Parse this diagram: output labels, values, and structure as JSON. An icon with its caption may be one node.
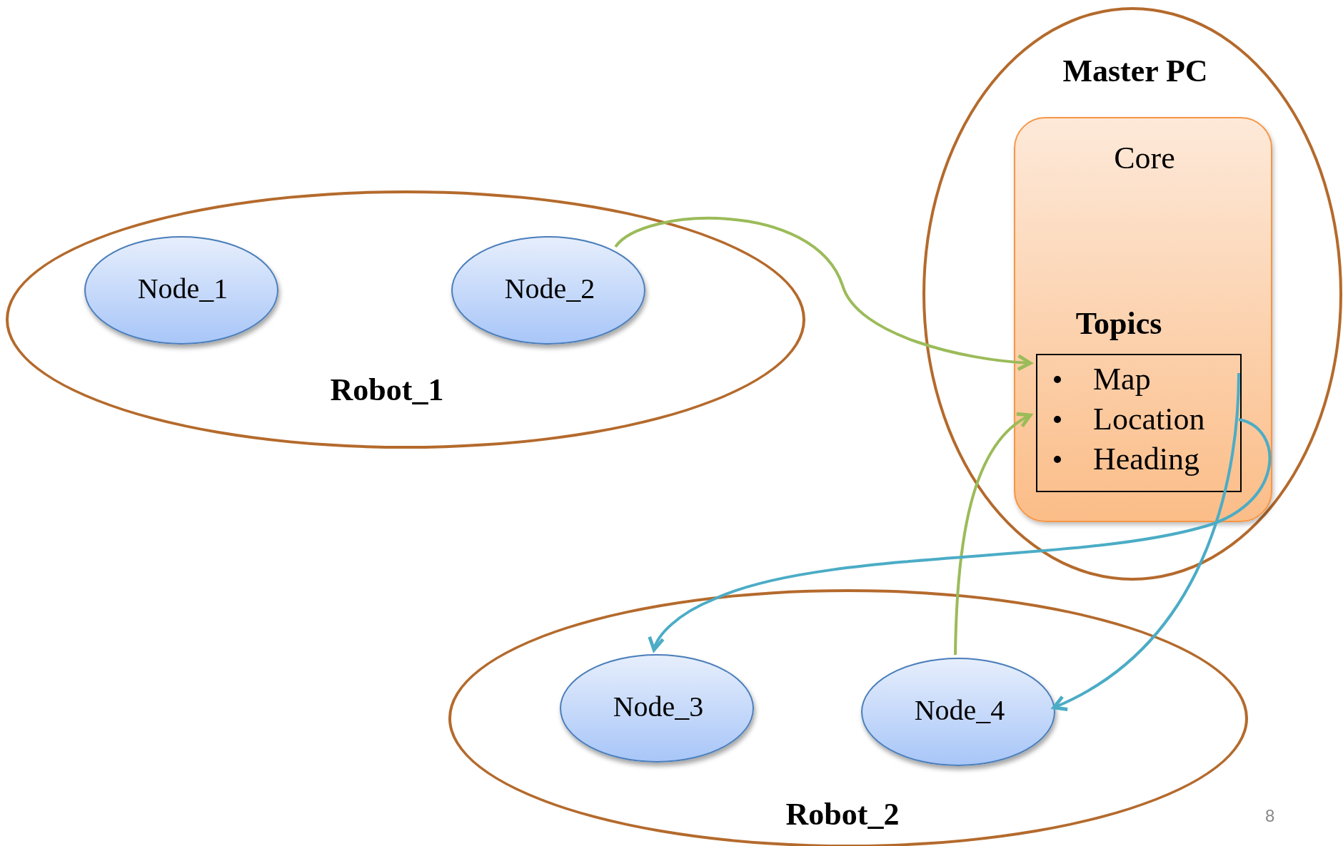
{
  "diagram": {
    "nodes": [
      {
        "text": [
          "Master PC"
        ]
      },
      {
        "text": [
          "Core"
        ],
        "in": 0
      },
      {
        "text": [
          "Topics",
          "Map",
          "Location",
          "Heading"
        ],
        "in": 1
      },
      {
        "text": [
          "Robot_1"
        ]
      },
      {
        "text": [
          "Node_1"
        ],
        "in": 3
      },
      {
        "text": [
          "Node_2"
        ],
        "in": 3
      },
      {
        "text": [
          "Robot_2"
        ]
      },
      {
        "text": [
          "Node_3"
        ],
        "in": 6
      },
      {
        "text": [
          "Node_4"
        ],
        "in": 6
      }
    ],
    "edges": [
      {
        "from": 5,
        "to": 2,
        "arrow": "to",
        "color": "#9bbb59"
      },
      {
        "from": 8,
        "to": 2,
        "arrow": "to",
        "color": "#9bbb59"
      },
      {
        "from": 2,
        "to": 7,
        "arrow": "to",
        "color": "#4bacc6"
      },
      {
        "from": 2,
        "to": 8,
        "arrow": "to",
        "color": "#4bacc6"
      }
    ],
    "labels": [
      "8"
    ]
  }
}
